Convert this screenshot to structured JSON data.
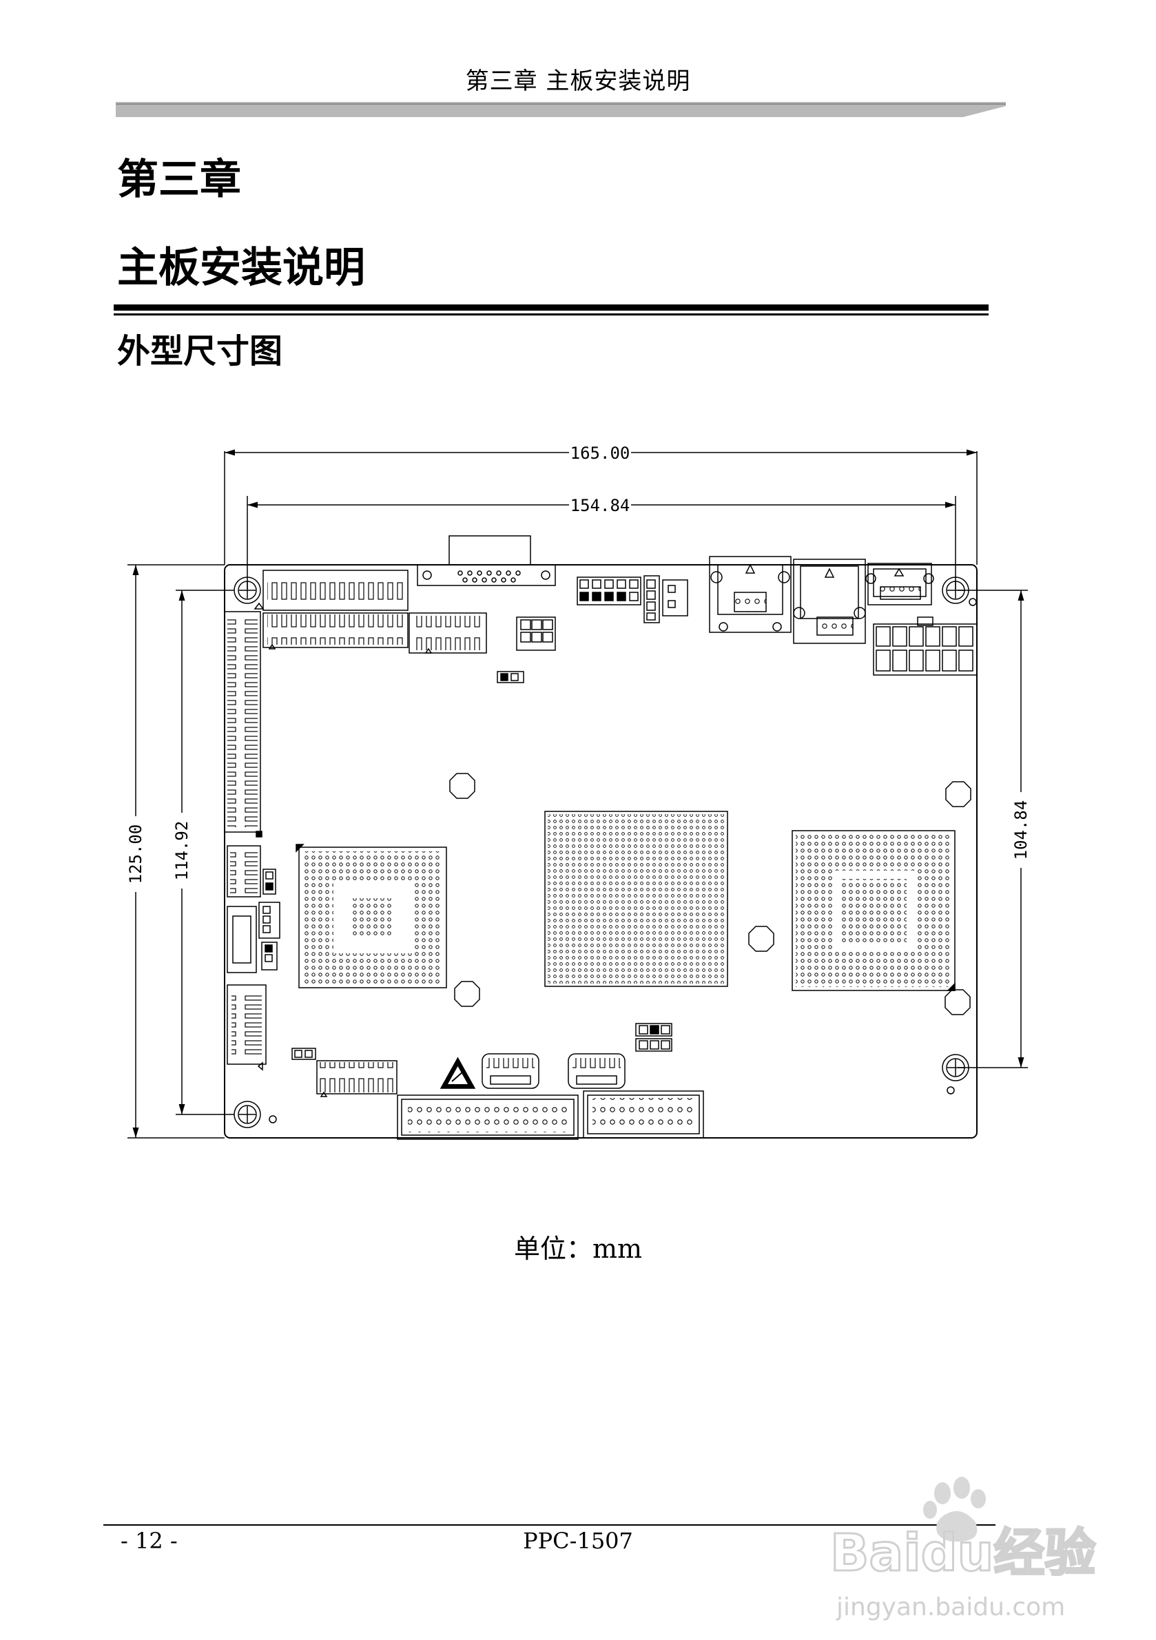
{
  "header": {
    "running_title": "第三章  主板安装说明"
  },
  "chapter": {
    "label": "第三章",
    "title": "主板安装说明"
  },
  "section": {
    "title": "外型尺寸图"
  },
  "figure": {
    "dimensions": {
      "overall_width": "165.00",
      "hole_span_width": "154.84",
      "overall_height": "125.00",
      "hole_span_height_left": "114.92",
      "hole_span_height_right": "104.84"
    },
    "unit_caption": "单位：mm"
  },
  "footer": {
    "page_number": "- 12 -",
    "model": "PPC-1507"
  },
  "watermark": {
    "brand": "Baidu经验",
    "url": "jingyan.baidu.com"
  },
  "colors": {
    "ink": "#000000",
    "header_rule": "#b8b8b8",
    "watermark": "#d8d8d8"
  }
}
